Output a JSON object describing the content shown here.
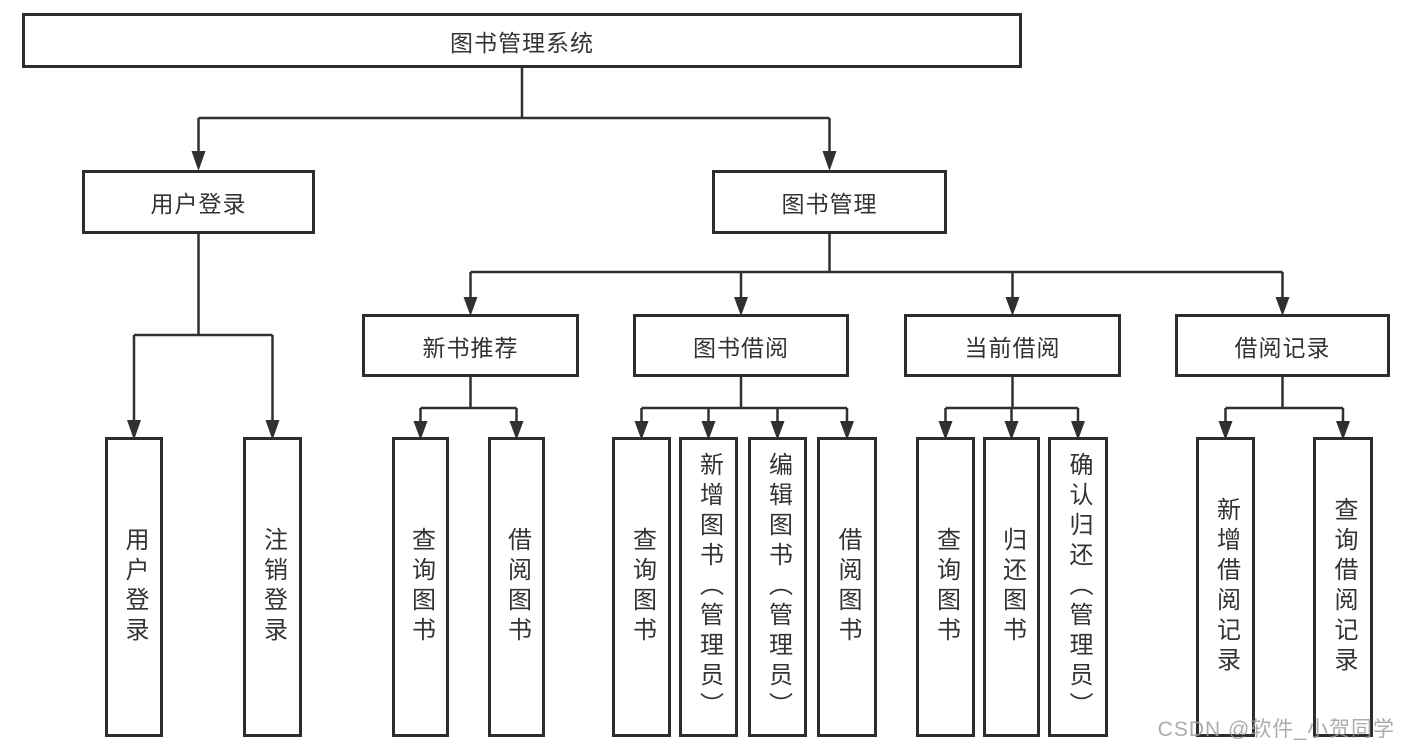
{
  "tree": {
    "label": "图书管理系统",
    "children": [
      {
        "label": "用户登录",
        "children": [
          {
            "label": "用户登录"
          },
          {
            "label": "注销登录"
          }
        ]
      },
      {
        "label": "图书管理",
        "children": [
          {
            "label": "新书推荐",
            "children": [
              {
                "label": "查询图书"
              },
              {
                "label": "借阅图书"
              }
            ]
          },
          {
            "label": "图书借阅",
            "children": [
              {
                "label": "查询图书"
              },
              {
                "label": "新增图书（管理员）"
              },
              {
                "label": "编辑图书（管理员）"
              },
              {
                "label": "借阅图书"
              }
            ]
          },
          {
            "label": "当前借阅",
            "children": [
              {
                "label": "查询图书"
              },
              {
                "label": "归还图书"
              },
              {
                "label": "确认归还（管理员）"
              }
            ]
          },
          {
            "label": "借阅记录",
            "children": [
              {
                "label": "新增借阅记录"
              },
              {
                "label": "查询借阅记录"
              }
            ]
          }
        ]
      }
    ]
  },
  "watermark": {
    "text": "CSDN @软件_小贺同学"
  },
  "colors": {
    "line": "#303030",
    "box_border": "#2d2d2d",
    "text": "#333333",
    "background": "#ffffff",
    "watermark": "#9e9e9e"
  }
}
